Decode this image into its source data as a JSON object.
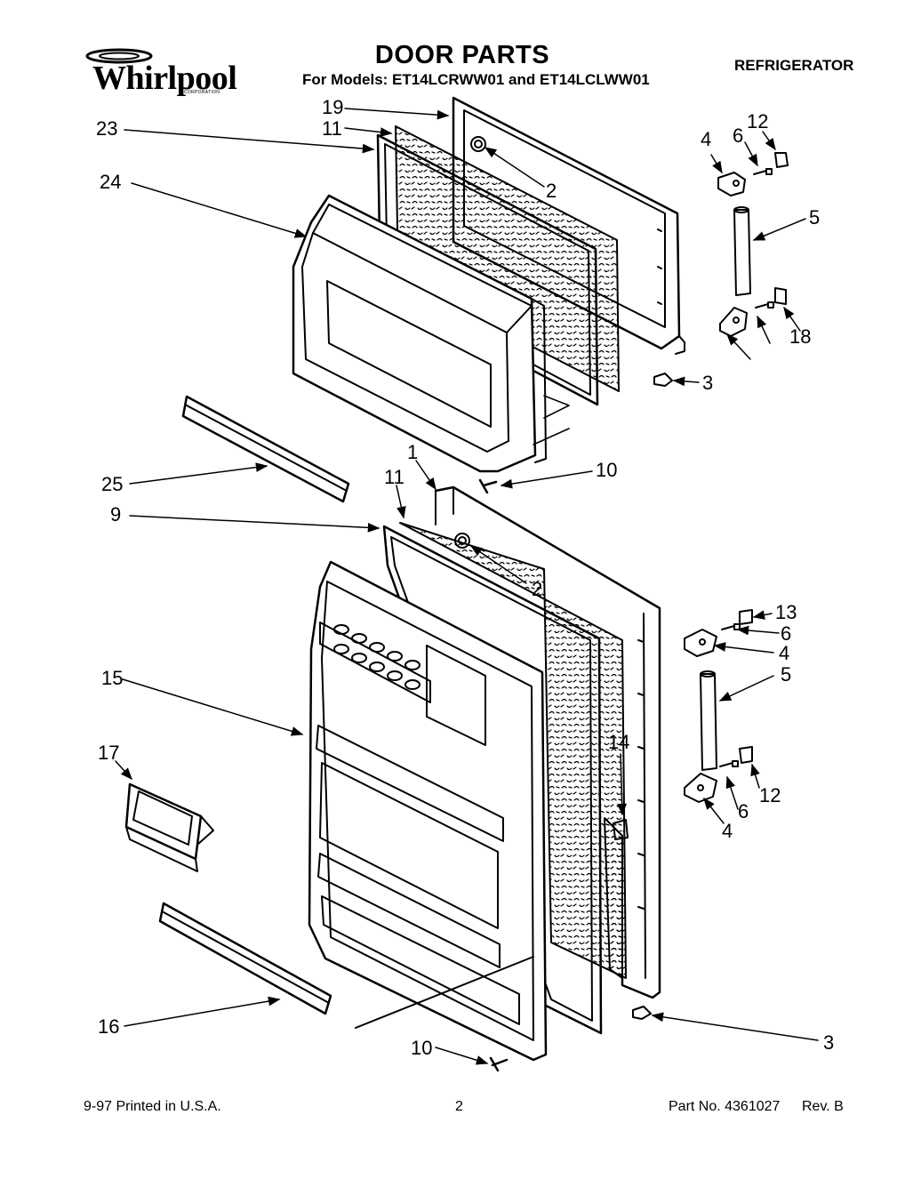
{
  "brand": {
    "name": "Whirlpool",
    "sub": "CORPORATION"
  },
  "header": {
    "title": "DOOR PARTS",
    "subtitle": "For Models: ET14LCRWW01 and ET14LCLWW01",
    "category": "REFRIGERATOR"
  },
  "callouts": [
    "19",
    "11",
    "23",
    "24",
    "2",
    "4",
    "6",
    "12",
    "5",
    "18",
    "3",
    "25",
    "10",
    "1",
    "11",
    "9",
    "2",
    "13",
    "6",
    "4",
    "5",
    "15",
    "17",
    "14",
    "12",
    "6",
    "4",
    "16",
    "10",
    "3"
  ],
  "footer": {
    "printed": "9-97 Printed in U.S.A.",
    "page": "2",
    "part_no": "Part No. 4361027",
    "rev": "Rev. B"
  }
}
